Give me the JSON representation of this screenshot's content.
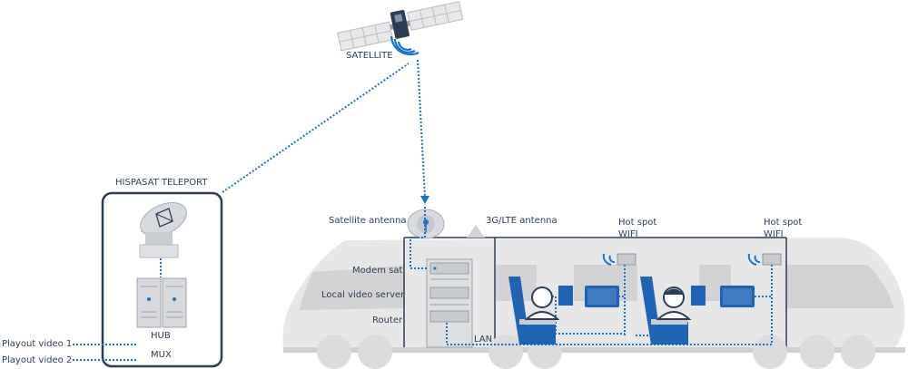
{
  "satellite": {
    "label": "SATELLITE"
  },
  "teleport": {
    "title": "HISPASAT TELEPORT",
    "hub_label": "HUB",
    "mux_label": "MUX"
  },
  "inputs": {
    "video1": "Playout video 1",
    "video2": "Playout video 2"
  },
  "train": {
    "satellite_antenna": "Satellite antenna",
    "lte_antenna": "3G/LTE antenna",
    "modem": "Modem sat",
    "video_server": "Local video server",
    "router": "Router",
    "lan": "LAN",
    "hotspot1_line1": "Hot spot",
    "hotspot1_line2": "WIFI",
    "hotspot2_line1": "Hot spot",
    "hotspot2_line2": "WIFI"
  },
  "colors": {
    "link": "#1a73c9",
    "frame": "#2c3e55",
    "train_body": "#e4e4e4",
    "train_window": "#cfcfcf"
  }
}
